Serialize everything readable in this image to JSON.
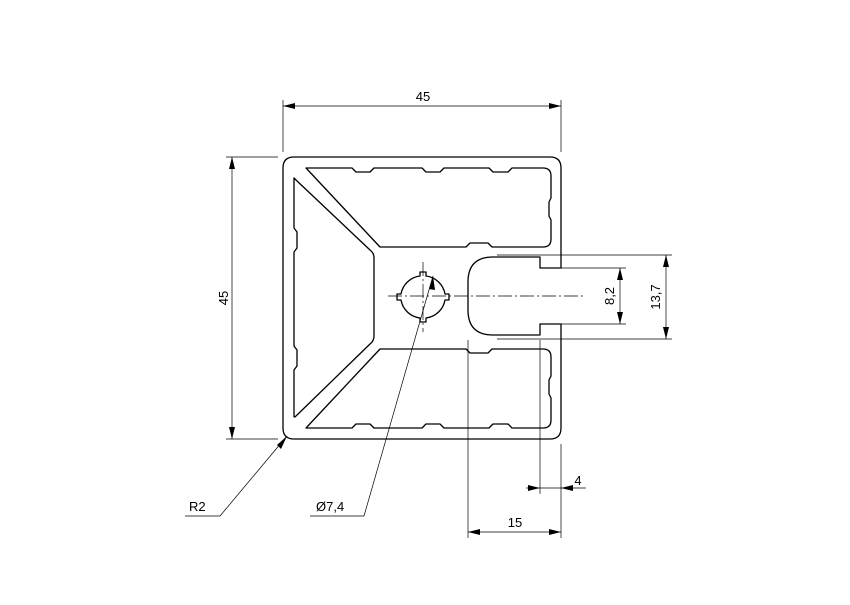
{
  "drawing": {
    "dimensions": {
      "width": "45",
      "height": "45",
      "slot_opening": "8,2",
      "slot_depth": "13,7",
      "lip_thickness": "4",
      "slot_offset": "15",
      "center_bore": "Ø7,4",
      "corner_radius": "R2"
    }
  }
}
